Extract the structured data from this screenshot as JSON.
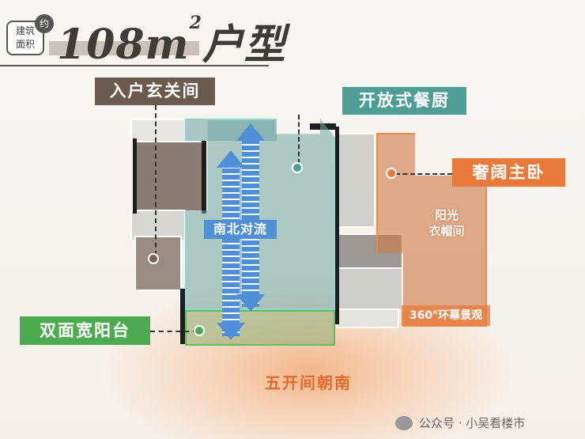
{
  "header": {
    "badge_line1": "建筑",
    "badge_line2": "面积",
    "badge_approx": "约",
    "title_area": "108m",
    "title_sup": "2",
    "title_suffix": "户型"
  },
  "tags": {
    "entry": "入户玄关间",
    "kitchen": "开放式餐厨",
    "master": "奢阔主卧",
    "balcony": "双面宽阳台",
    "airflow": "南北对流",
    "closet_line1": "阳光",
    "closet_line2": "衣帽间",
    "view": "360°环幕景观",
    "south": "五开间朝南"
  },
  "colors": {
    "entry": "#6b5a4e",
    "kitchen": "#4f9e96",
    "master": "#e8793a",
    "balcony": "#4caa50",
    "airflow": "#4e8fd6"
  },
  "watermark": {
    "icon": "wechat-icon",
    "text": "公众号 · 小吴看楼市"
  }
}
